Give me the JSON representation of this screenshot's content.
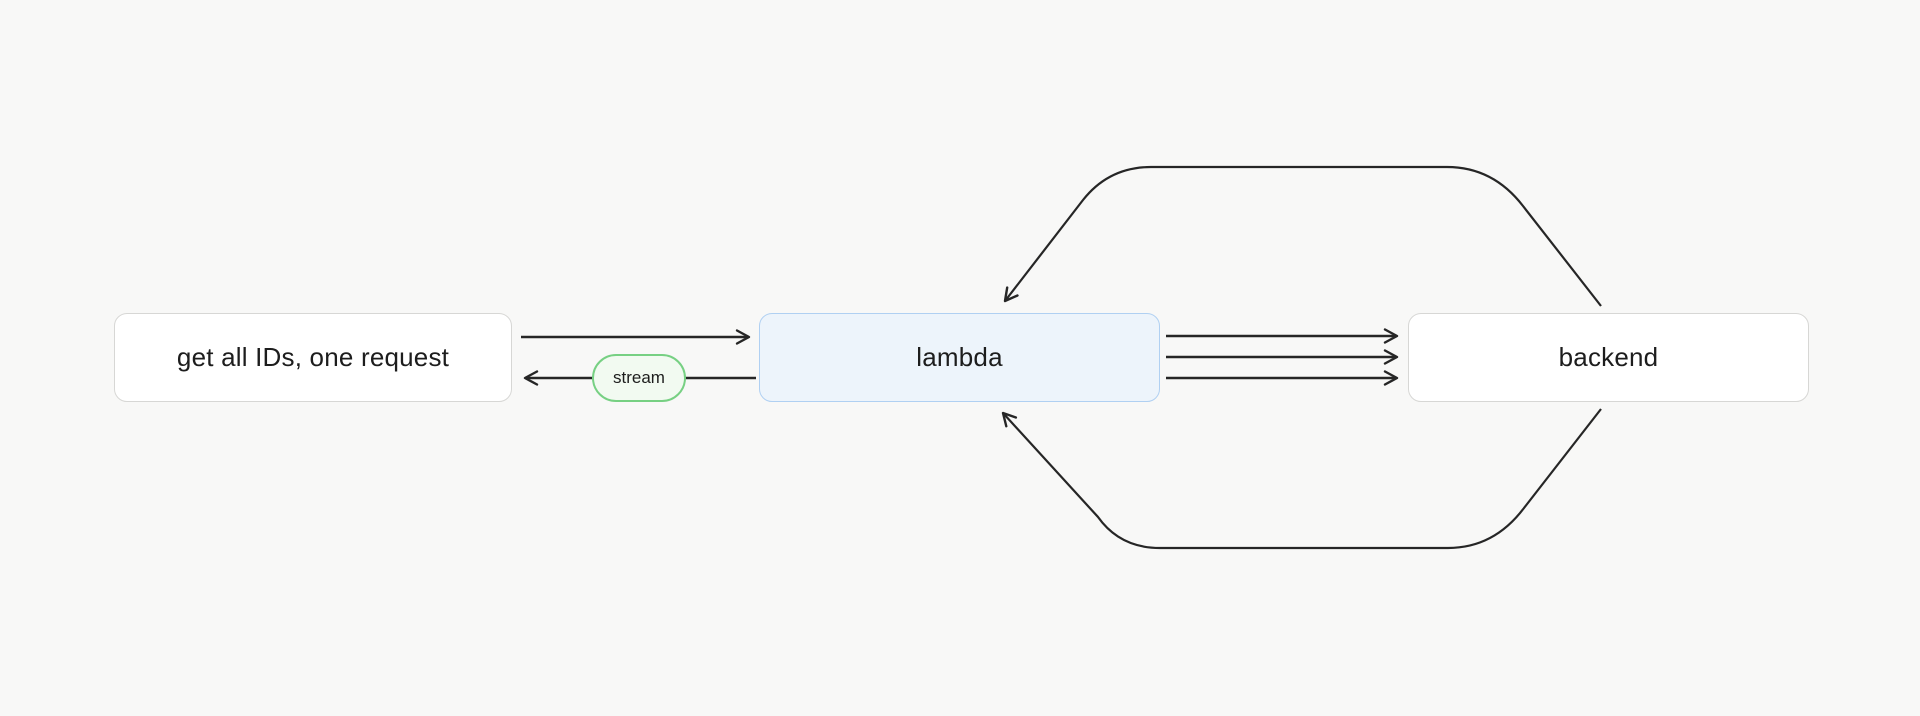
{
  "canvas": {
    "background_color": "#f8f8f7",
    "nodes": [
      {
        "id": "request",
        "label": "get all IDs, one request",
        "fill": "#ffffff",
        "border_color": "#d7d7d5"
      },
      {
        "id": "lambda",
        "label": "lambda",
        "fill": "#edf4fb",
        "border_color": "#b0d0f2"
      },
      {
        "id": "backend",
        "label": "backend",
        "fill": "#ffffff",
        "border_color": "#d7d7d5"
      }
    ],
    "badge": {
      "label": "stream",
      "fill": "#f2faf1",
      "border_color": "#77d083"
    },
    "edges": [
      {
        "from": "request",
        "to": "lambda",
        "shape": "straight",
        "label": ""
      },
      {
        "from": "lambda",
        "to": "request",
        "shape": "straight",
        "label": "stream"
      },
      {
        "from": "lambda",
        "to": "backend",
        "shape": "straight-parallel",
        "count": 3
      },
      {
        "from": "backend",
        "to": "lambda",
        "shape": "curved-over-top"
      },
      {
        "from": "backend",
        "to": "lambda",
        "shape": "curved-under-bottom"
      }
    ],
    "colors": {
      "arrow": "#262626",
      "text": "#1d1d1d"
    }
  }
}
